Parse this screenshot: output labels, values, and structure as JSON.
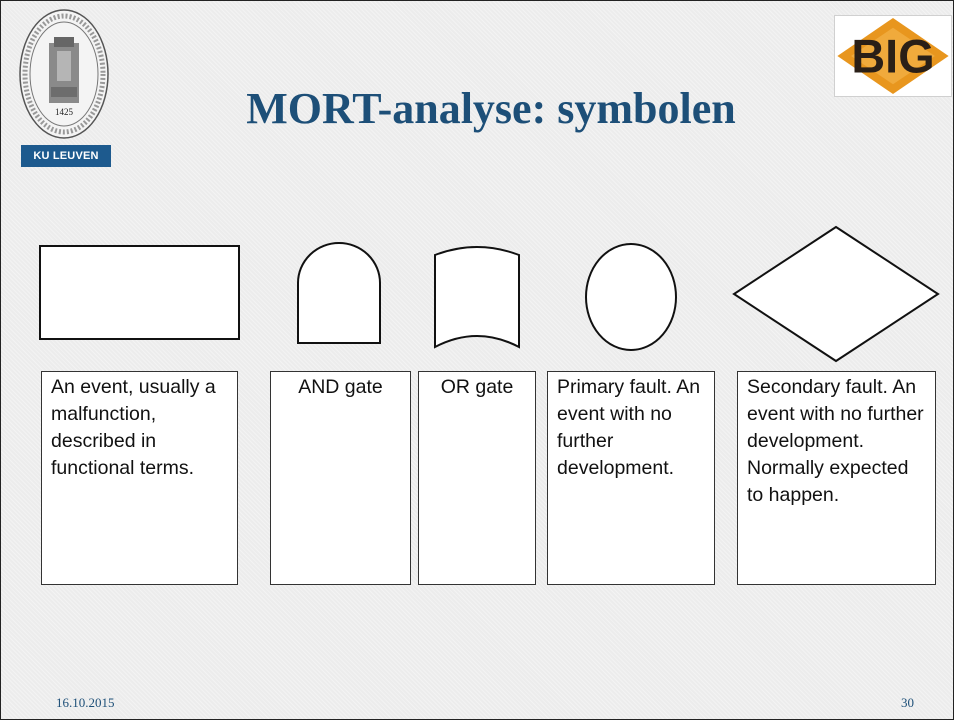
{
  "slide": {
    "title": "MORT-analyse: symbolen",
    "logos": {
      "university_badge": "KU LEUVEN",
      "partner_logo": "BIG",
      "seal_year": "1425"
    },
    "symbols": [
      {
        "shape": "rectangle",
        "description": "An event, usually a malfunction, described in functional terms."
      },
      {
        "shape": "and-gate",
        "description": "AND gate"
      },
      {
        "shape": "or-gate",
        "description": "OR gate"
      },
      {
        "shape": "circle",
        "description": "Primary fault. An event with no further development."
      },
      {
        "shape": "diamond",
        "description": "Secondary fault. An event with no further development. Normally expected to happen."
      }
    ],
    "footer": {
      "date": "16.10.2015",
      "page_number": "30"
    }
  },
  "colors": {
    "title": "#1d4f78",
    "badge": "#1d5a8e",
    "logo_orange": "#e8961e",
    "logo_dark": "#2a1f17"
  }
}
